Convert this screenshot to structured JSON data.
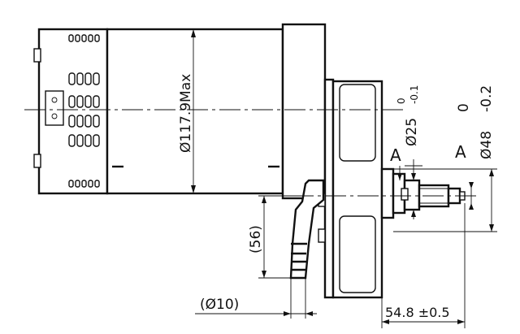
{
  "drawing": {
    "dimensions": {
      "body_diameter": "Ø117.9Max",
      "shaft_diameter_value": "Ø25",
      "shaft_diameter_tol_upper": "0",
      "shaft_diameter_tol_lower": "-0.1",
      "flange_diameter_value": "Ø48",
      "flange_diameter_tol_upper": "0",
      "flange_diameter_tol_lower": "-0.2",
      "offset_height": "(56)",
      "handle_diameter": "(Ø10)",
      "shaft_length": "54.8 ±0.5"
    },
    "section_marks": {
      "left": "A",
      "right": "A"
    }
  }
}
